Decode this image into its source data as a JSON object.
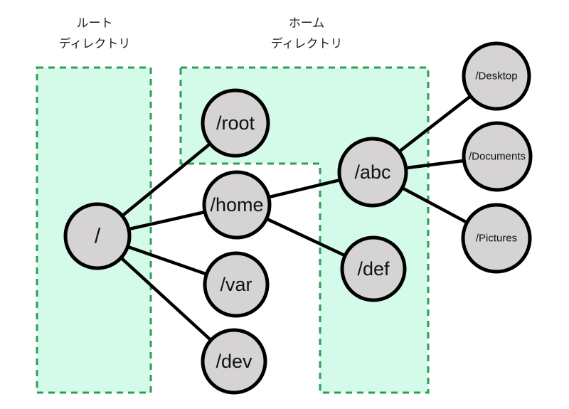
{
  "zones": {
    "root": {
      "name": "root-directory-zone",
      "label_line1": "ルート",
      "label_line2": "ディレクトリ"
    },
    "home": {
      "name": "home-directory-zone",
      "label_line1": "ホーム",
      "label_line2": "ディレクトリ"
    }
  },
  "nodes": [
    {
      "id": "root",
      "label": "/"
    },
    {
      "id": "root-dir",
      "label": "/root"
    },
    {
      "id": "home",
      "label": "/home"
    },
    {
      "id": "var",
      "label": "/var"
    },
    {
      "id": "dev",
      "label": "/dev"
    },
    {
      "id": "abc",
      "label": "/abc"
    },
    {
      "id": "def",
      "label": "/def"
    },
    {
      "id": "desktop",
      "label": "/Desktop"
    },
    {
      "id": "documents",
      "label": "/Documents"
    },
    {
      "id": "pictures",
      "label": "/Pictures"
    }
  ],
  "edges": [
    {
      "from": "/",
      "to": "/root"
    },
    {
      "from": "/",
      "to": "/home"
    },
    {
      "from": "/",
      "to": "/var"
    },
    {
      "from": "/",
      "to": "/dev"
    },
    {
      "from": "/home",
      "to": "/abc"
    },
    {
      "from": "/home",
      "to": "/def"
    },
    {
      "from": "/abc",
      "to": "/Desktop"
    },
    {
      "from": "/abc",
      "to": "/Documents"
    },
    {
      "from": "/abc",
      "to": "/Pictures"
    }
  ],
  "colors": {
    "zone_fill": "#d4fbe9",
    "zone_border": "#2f9e54",
    "node_fill": "#d5d3d3",
    "node_border": "#000000",
    "edge_color": "#000000",
    "label_color": "#1f1f1f"
  }
}
